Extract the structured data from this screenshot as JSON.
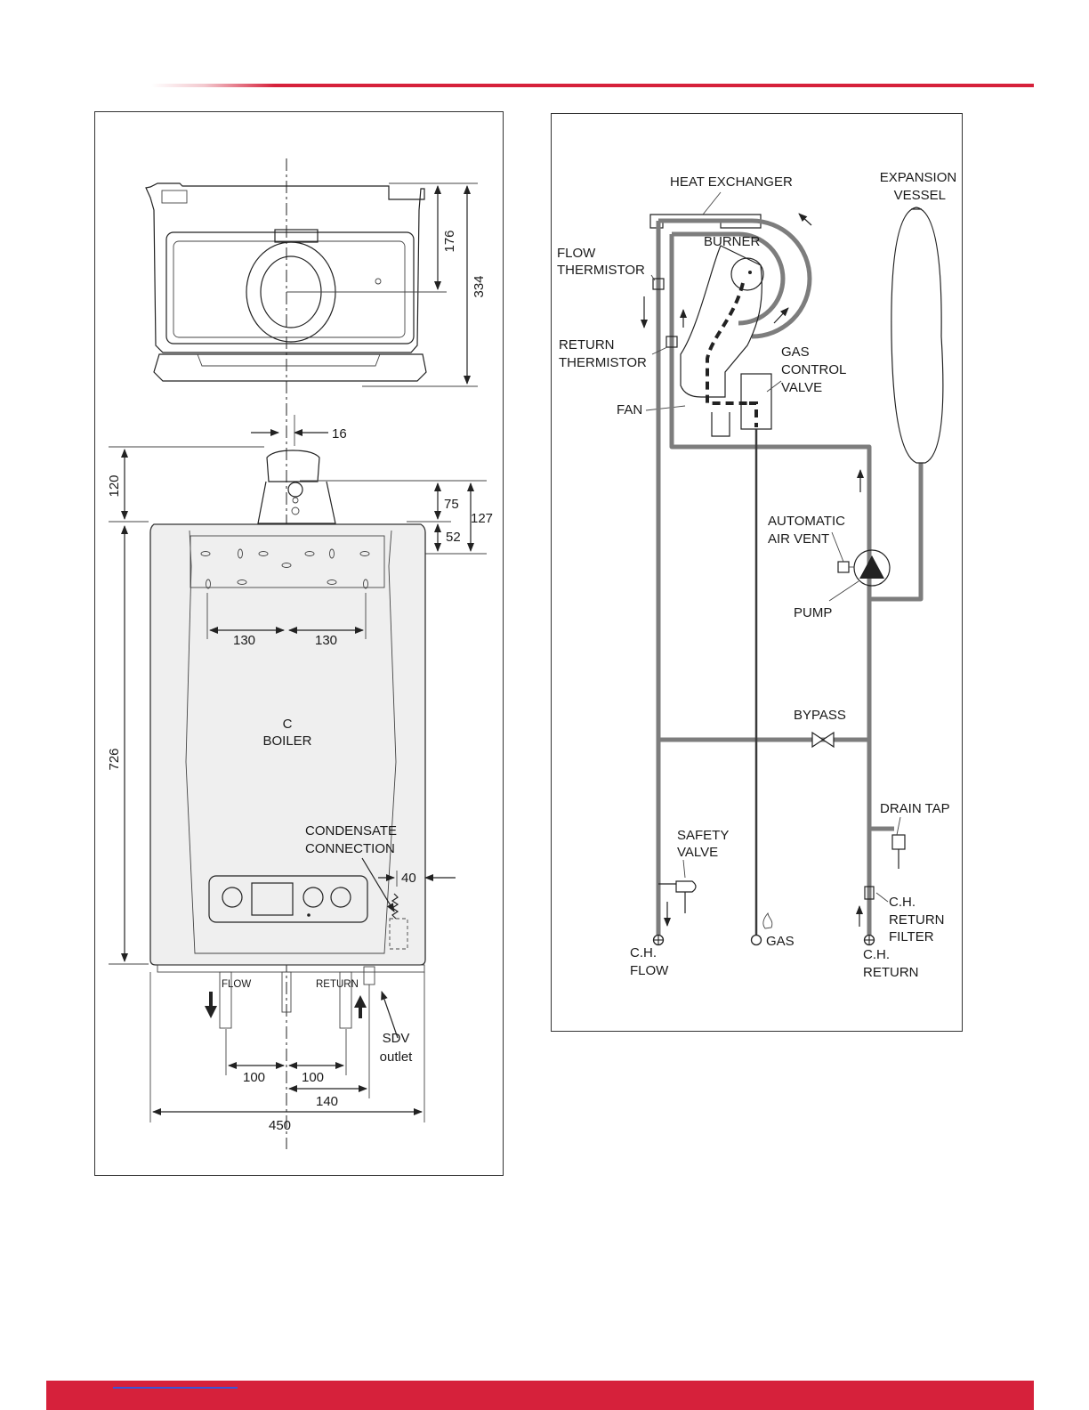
{
  "left_diagram": {
    "dim_176": "176",
    "dim_334": "334",
    "dim_16": "16",
    "dim_120": "120",
    "dim_75": "75",
    "dim_52": "52",
    "dim_127": "127",
    "dim_130_left": "130",
    "dim_130_right": "130",
    "centreline_symbol": "C",
    "boiler_label": "BOILER",
    "dim_726": "726",
    "condensate_line1": "CONDENSATE",
    "condensate_line2": "CONNECTION",
    "dim_40": "40",
    "flow_label": "FLOW",
    "return_label": "RETURN",
    "sdv_line1": "SDV",
    "sdv_line2": "outlet",
    "dim_100_left": "100",
    "dim_100_right": "100",
    "dim_140": "140",
    "dim_450": "450"
  },
  "right_diagram": {
    "heat_exchanger": "HEAT EXCHANGER",
    "expansion_line1": "EXPANSION",
    "expansion_line2": "VESSEL",
    "flow_thermistor_line1": "FLOW",
    "flow_thermistor_line2": "THERMISTOR",
    "burner": "BURNER",
    "return_thermistor_line1": "RETURN",
    "return_thermistor_line2": "THERMISTOR",
    "gas_valve_line1": "GAS",
    "gas_valve_line2": "CONTROL",
    "gas_valve_line3": "VALVE",
    "fan": "FAN",
    "air_vent_line1": "AUTOMATIC",
    "air_vent_line2": "AIR VENT",
    "pump": "PUMP",
    "bypass": "BYPASS",
    "drain_tap": "DRAIN TAP",
    "safety_valve_line1": "SAFETY",
    "safety_valve_line2": "VALVE",
    "return_filter_line1": "C.H.",
    "return_filter_line2": "RETURN",
    "return_filter_line3": "FILTER",
    "ch_flow_line1": "C.H.",
    "ch_flow_line2": "FLOW",
    "gas": "GAS",
    "ch_return_line1": "C.H.",
    "ch_return_line2": "RETURN"
  },
  "colors": {
    "accent": "#d6213b",
    "pipe": "#7d7d7d"
  }
}
